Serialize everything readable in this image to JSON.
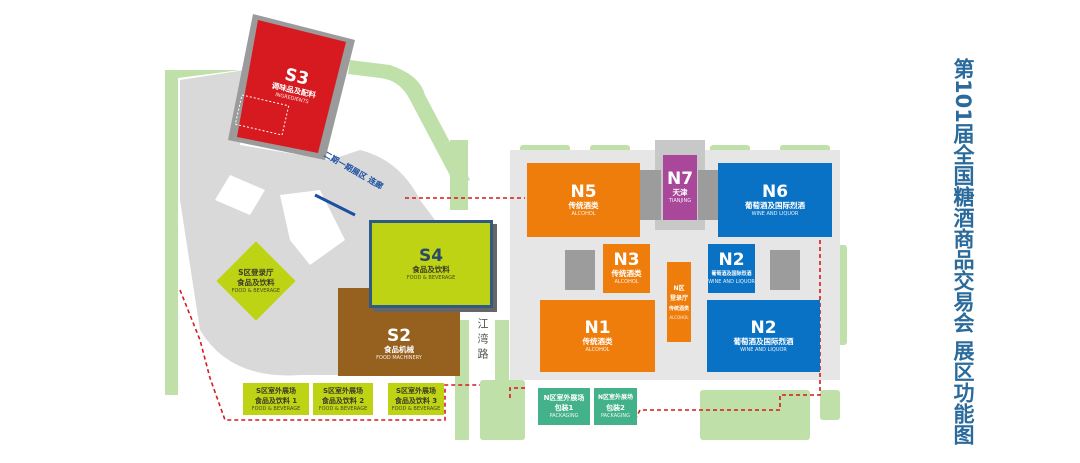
{
  "title": "第101届全国糖酒商品交易会 展区功能图",
  "road_label": "江湾路",
  "passage_label": "二期一期展区 连廊",
  "colors": {
    "alcohol": "#ef7d0c",
    "wine_liquor": "#0a72c4",
    "tianjin": "#a9479b",
    "food_beverage": "#bed314",
    "food_machinery": "#96601f",
    "ingredients": "#d71920",
    "packaging": "#43b189",
    "title": "#2b6b9c"
  },
  "halls": {
    "S3": {
      "code": "S3",
      "cn": "调味品及配料",
      "en": "INGREDIENTS"
    },
    "S4": {
      "code": "S4",
      "cn": "食品及饮料",
      "en": "FOOD & BEVERAGE"
    },
    "S2": {
      "code": "S2",
      "cn": "食品机械",
      "en": "FOOD MACHINERY"
    },
    "S_lobby": {
      "cn1": "S区登录厅",
      "cn2": "食品及饮料",
      "en": "FOOD & BEVERAGE"
    },
    "S_out1": {
      "cn1": "S区室外展场",
      "cn2": "食品及饮料 1",
      "en": "FOOD & BEVERAGE"
    },
    "S_out2": {
      "cn1": "S区室外展场",
      "cn2": "食品及饮料 2",
      "en": "FOOD & BEVERAGE"
    },
    "S_out3": {
      "cn1": "S区室外展场",
      "cn2": "食品及饮料 3",
      "en": "FOOD & BEVERAGE"
    },
    "N5": {
      "code": "N5",
      "cn": "传统酒类",
      "en": "ALCOHOL"
    },
    "N7": {
      "code": "N7",
      "cn": "天津",
      "en": "TIANJING"
    },
    "N6": {
      "code": "N6",
      "cn": "葡萄酒及国际烈酒",
      "en": "WINE AND LIQUOR"
    },
    "N3": {
      "code": "N3",
      "cn": "传统酒类",
      "en": "ALCOHOL"
    },
    "N2_small": {
      "code": "N2",
      "cn": "葡萄酒及国际烈酒",
      "en": "WINE AND LIQUOR"
    },
    "N_lobby": {
      "cn1": "N区",
      "cn2": "登录厅",
      "cn3": "传统酒类",
      "en": "ALCOHOL"
    },
    "N1": {
      "code": "N1",
      "cn": "传统酒类",
      "en": "ALCOHOL"
    },
    "N2": {
      "code": "N2",
      "cn": "葡萄酒及国际烈酒",
      "en": "WINE AND LIQUOR"
    },
    "N_out1": {
      "cn1": "N区室外展场",
      "cn2": "包装1",
      "en": "PACKAGING"
    },
    "N_out2": {
      "cn1": "N区室外展场",
      "cn2": "包装2",
      "en": "PACKAGING"
    }
  }
}
